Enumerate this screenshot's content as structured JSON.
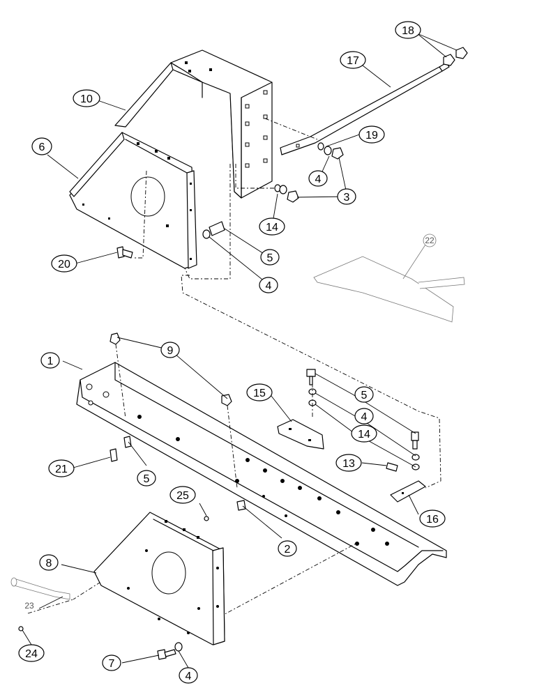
{
  "diagram": {
    "callouts": [
      "18",
      "17",
      "10",
      "19",
      "6",
      "4",
      "3",
      "14",
      "5",
      "22",
      "20",
      "4",
      "1",
      "9",
      "15",
      "5",
      "4",
      "14",
      "13",
      "21",
      "5",
      "25",
      "16",
      "2",
      "8",
      "23",
      "24",
      "7",
      "4"
    ]
  }
}
